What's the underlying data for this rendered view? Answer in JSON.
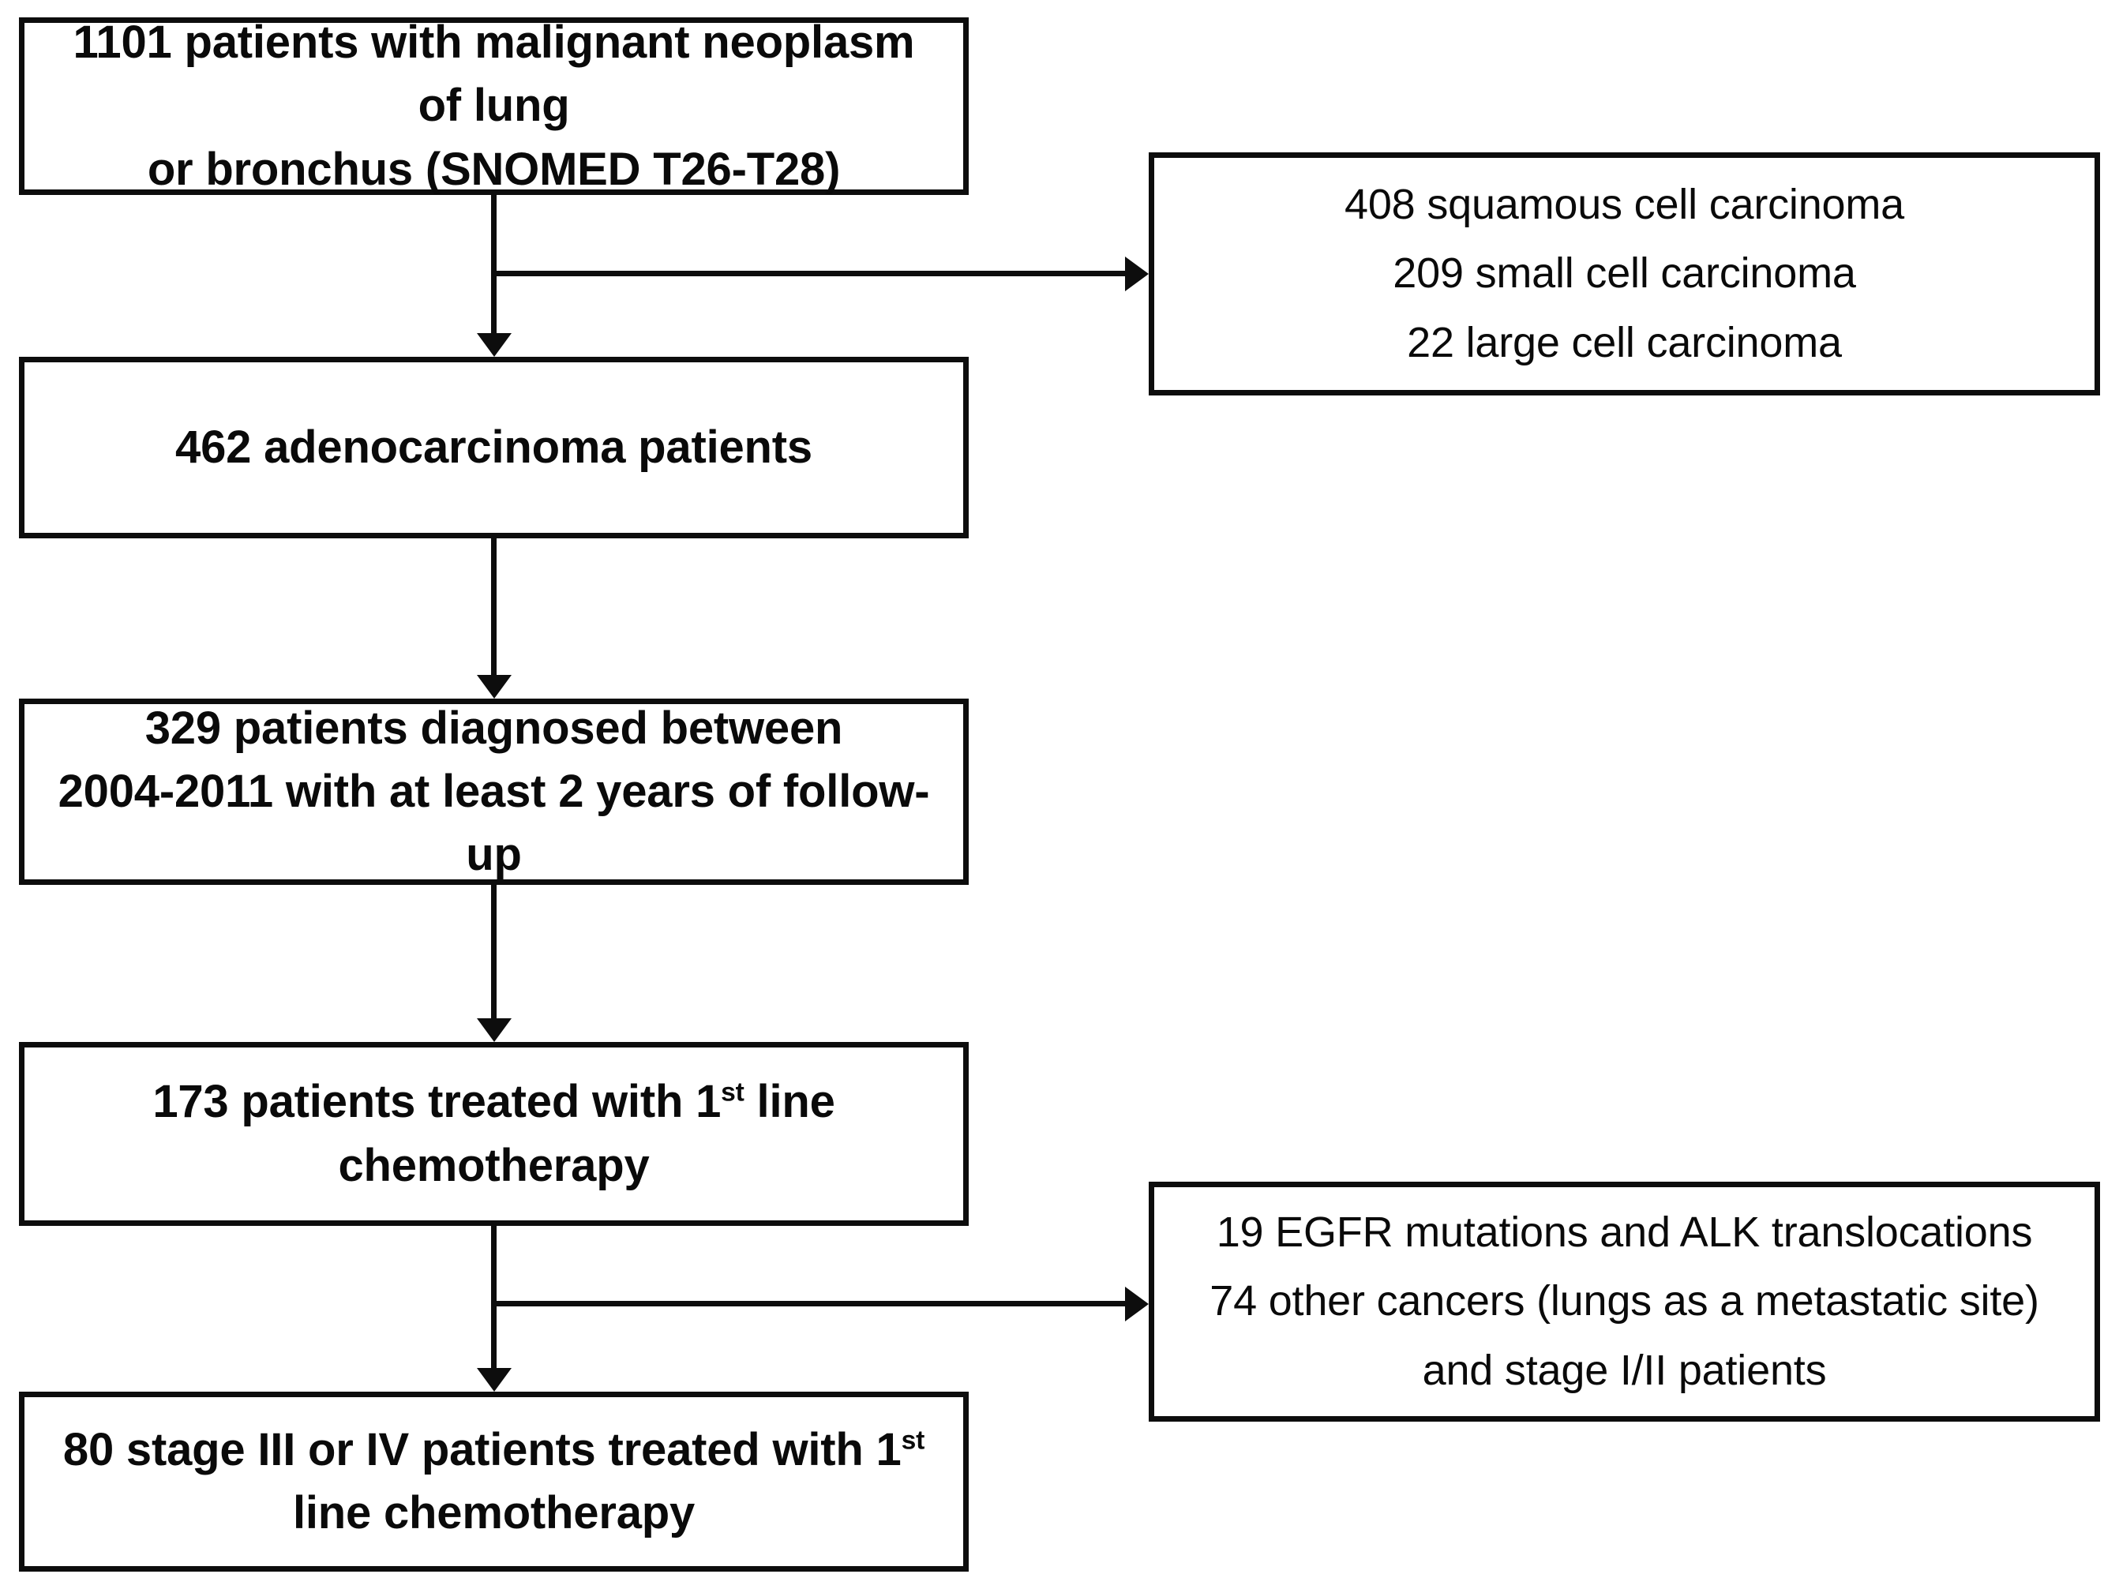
{
  "figure": {
    "type": "patient-selection-flowchart",
    "title": "",
    "colors": {
      "border": "#0d0d0d",
      "text": "#0a0a0a",
      "background": "#ffffff"
    }
  },
  "nodes": [
    {
      "id": "node-1",
      "role": "primary",
      "bold": true,
      "lines": [
        "1101 patients with malignant neoplasm of lung",
        "or bronchus (SNOMED T26-T28)"
      ],
      "count": 1101
    },
    {
      "id": "node-2",
      "role": "primary",
      "bold": true,
      "lines": [
        "462 adenocarcinoma patients"
      ],
      "count": 462
    },
    {
      "id": "node-3",
      "role": "primary",
      "bold": true,
      "lines": [
        "329 patients diagnosed between",
        "2004-2011 with at least 2 years of follow-up"
      ],
      "count": 329
    },
    {
      "id": "node-4",
      "role": "primary",
      "bold": true,
      "lines_html": "173 patients treated with 1<sup>st</sup> line chemotherapy",
      "count": 173
    },
    {
      "id": "node-5",
      "role": "primary",
      "bold": true,
      "lines_html": "80 stage III or IV patients treated with 1<sup>st</sup> line chemotherapy",
      "count": 80
    }
  ],
  "callouts": [
    {
      "id": "callout-1",
      "role": "exclusion",
      "bold": false,
      "lines": [
        "408 squamous cell carcinoma",
        "209 small cell carcinoma",
        "22 large cell carcinoma"
      ],
      "counts": [
        408,
        209,
        22
      ]
    },
    {
      "id": "callout-2",
      "role": "exclusion",
      "bold": false,
      "lines": [
        "19 EGFR mutations and ALK translocations",
        "74 other cancers (lungs as a metastatic site)",
        "and stage I/II patients"
      ],
      "counts": [
        19,
        74
      ]
    }
  ],
  "connectors": [
    {
      "id": "edge-1",
      "from": "node-1",
      "to": "node-2",
      "direction": "down",
      "arrowhead": "triangle-down"
    },
    {
      "id": "branch-1",
      "from": "node-1",
      "to": "callout-1",
      "direction": "right",
      "arrowhead": "triangle-right"
    },
    {
      "id": "edge-2",
      "from": "node-2",
      "to": "node-3",
      "direction": "down",
      "arrowhead": "triangle-down"
    },
    {
      "id": "edge-3",
      "from": "node-3",
      "to": "node-4",
      "direction": "down",
      "arrowhead": "triangle-down"
    },
    {
      "id": "edge-4",
      "from": "node-4",
      "to": "node-5",
      "direction": "down",
      "arrowhead": "triangle-down"
    },
    {
      "id": "branch-2",
      "from": "node-4",
      "to": "callout-2",
      "direction": "right",
      "arrowhead": "triangle-right"
    }
  ]
}
